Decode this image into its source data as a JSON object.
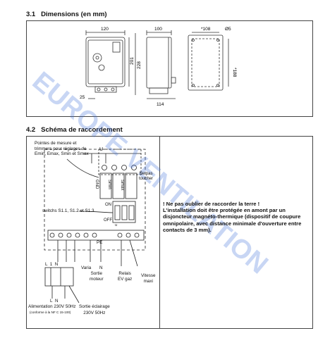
{
  "section1": {
    "number": "3.1",
    "title": "Dimensions (en mm)"
  },
  "section2": {
    "number": "4.2",
    "title": "Schéma de raccordement"
  },
  "dims": {
    "front_width": "120",
    "front_height_outer": "228",
    "front_height_inner": "201",
    "front_bottom": "25",
    "side_width": "100",
    "side_bottom": "114",
    "top_width": "*108",
    "top_hole": "Ø5",
    "top_height": "*188"
  },
  "diagram": {
    "pointes": [
      "Pointes de mesure et",
      "trimmers pour réglages de",
      "Emin, Emax, Smin et Smax"
    ],
    "u_label": "U",
    "gnd": "GND",
    "smin": "Smin",
    "smax": "Smax",
    "nepas": [
      "Ne pas",
      "toucher"
    ],
    "switches": "switchs S1.1, S1.2 et S1.3",
    "on": "ON",
    "off": "OFF",
    "u_small": "u",
    "pe": "PE",
    "supply_top": "L  1  N",
    "l": "L",
    "n": "N",
    "varia": "Varia",
    "n2": "N",
    "sortie_moteur": [
      "Sortie",
      "moteur"
    ],
    "relais": [
      "Relais",
      "EV gaz"
    ],
    "vitesse": [
      "Vitesse",
      "maxi"
    ],
    "alimentation": "Alimentation 230V 50Hz",
    "conforme": "(conforme à la NF C 15-100)",
    "sortie_eclairage": [
      "Sortie éclairage",
      "230V 50Hz"
    ]
  },
  "note": {
    "line1": "! Ne pas oublier de raccorder la terre !",
    "line2": "L'installation doit être protégée en amont par un disjoncteur magnéto-thermique (dispositif de coupure omnipolaire, avec distance minimale d'ouverture entre contacts de 3 mm)."
  },
  "watermark": "EUROPE VENTILATION"
}
